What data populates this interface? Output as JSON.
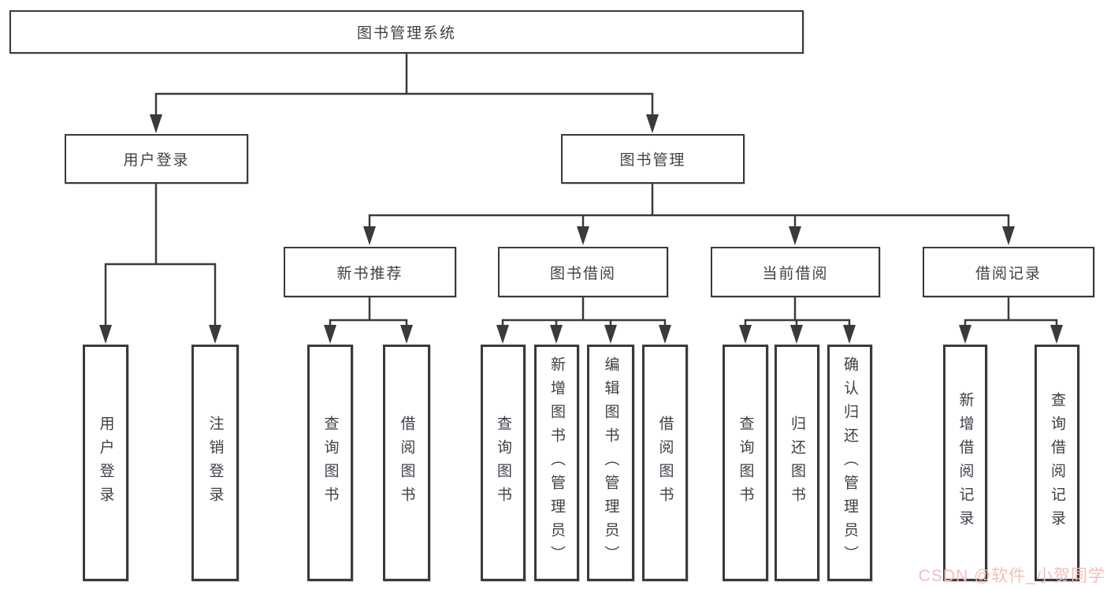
{
  "diagram": {
    "tree": {
      "label": "图书管理系统",
      "children": [
        {
          "label": "用户登录",
          "children": [
            {
              "label": "用户登录"
            },
            {
              "label": "注销登录"
            }
          ]
        },
        {
          "label": "图书管理",
          "children": [
            {
              "label": "新书推荐",
              "children": [
                {
                  "label": "查询图书"
                },
                {
                  "label": "借阅图书"
                }
              ]
            },
            {
              "label": "图书借阅",
              "children": [
                {
                  "label": "查询图书"
                },
                {
                  "label": "新增图书（管理员）"
                },
                {
                  "label": "编辑图书（管理员）"
                },
                {
                  "label": "借阅图书"
                }
              ]
            },
            {
              "label": "当前借阅",
              "children": [
                {
                  "label": "查询图书"
                },
                {
                  "label": "归还图书"
                },
                {
                  "label": "确认归还（管理员）"
                }
              ]
            },
            {
              "label": "借阅记录",
              "children": [
                {
                  "label": "新增借阅记录"
                },
                {
                  "label": "查询借阅记录"
                }
              ]
            }
          ]
        }
      ]
    },
    "watermark": "CSDN @软件_小贺同学",
    "colors": {
      "line": "#3a3a3a",
      "box_border": "#3a3a3a",
      "box_fill": "#ffffff",
      "text": "#3d4147",
      "watermark": "#f2bdbd"
    }
  }
}
